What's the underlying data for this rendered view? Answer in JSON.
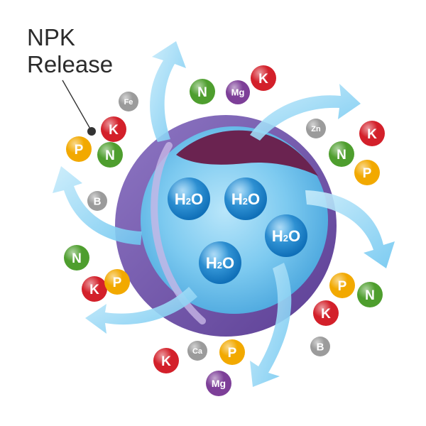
{
  "title": {
    "line1": "NPK",
    "line2": "Release"
  },
  "colors": {
    "K": "#d3202a",
    "P": "#f2a900",
    "N": "#4e9e2e",
    "Mg": "#7d3f98",
    "gray": "#9b9b9b",
    "shell": "#7a5fae",
    "core": "#6cc3ec",
    "arrow": "#8ed3f3"
  },
  "core": {
    "molecules": [
      "H2O",
      "H2O",
      "H2O",
      "H2O"
    ]
  },
  "nutrients": [
    {
      "label": "Fe",
      "kind": "gray"
    },
    {
      "label": "N",
      "kind": "N"
    },
    {
      "label": "Mg",
      "kind": "Mg"
    },
    {
      "label": "K",
      "kind": "K"
    },
    {
      "label": "K",
      "kind": "K"
    },
    {
      "label": "P",
      "kind": "P"
    },
    {
      "label": "N",
      "kind": "N"
    },
    {
      "label": "Zn",
      "kind": "gray"
    },
    {
      "label": "K",
      "kind": "K"
    },
    {
      "label": "N",
      "kind": "N"
    },
    {
      "label": "P",
      "kind": "P"
    },
    {
      "label": "B",
      "kind": "gray"
    },
    {
      "label": "N",
      "kind": "N"
    },
    {
      "label": "K",
      "kind": "K"
    },
    {
      "label": "P",
      "kind": "P"
    },
    {
      "label": "P",
      "kind": "P"
    },
    {
      "label": "N",
      "kind": "N"
    },
    {
      "label": "K",
      "kind": "K"
    },
    {
      "label": "B",
      "kind": "gray"
    },
    {
      "label": "K",
      "kind": "K"
    },
    {
      "label": "Ca",
      "kind": "gray"
    },
    {
      "label": "P",
      "kind": "P"
    },
    {
      "label": "Mg",
      "kind": "Mg"
    }
  ]
}
